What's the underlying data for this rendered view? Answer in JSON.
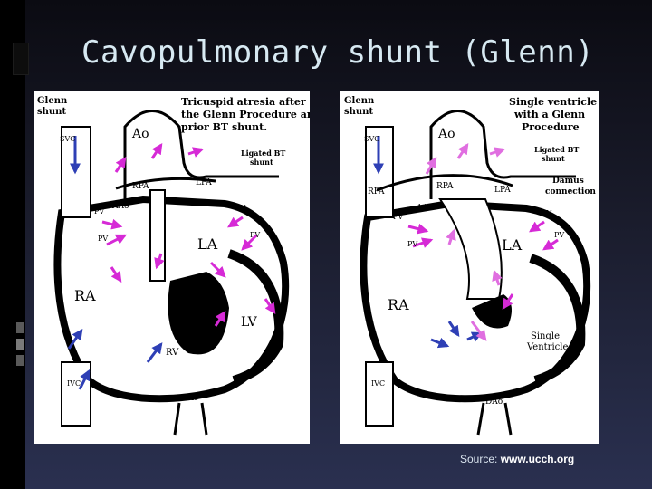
{
  "slide": {
    "title": "Cavopulmonary shunt (Glenn)",
    "source_label": "Source:",
    "source_url": "www.ucch.org"
  },
  "left_diagram": {
    "header_glenn": [
      "Glenn",
      "shunt"
    ],
    "header_title": [
      "Tricuspid atresia after",
      "the Glenn Procedure and a",
      "prior BT shunt."
    ],
    "svc": "SVC",
    "ao": "Ao",
    "ligated_bt": [
      "Ligated BT",
      "shunt"
    ],
    "rpa": "RPA",
    "lpa": "LPA",
    "aao": "AAo",
    "pv_labels": [
      "PV",
      "PV",
      "PV",
      "PV"
    ],
    "la": "LA",
    "ra": "RA",
    "lv": "LV",
    "rv": "RV",
    "ivc": "IVC",
    "dao": "DAo"
  },
  "right_diagram": {
    "header_glenn": [
      "Glenn",
      "shunt"
    ],
    "header_title": [
      "Single ventricle",
      "with a Glenn",
      "Procedure"
    ],
    "svc": "SVC",
    "ao": "Ao",
    "ligated_bt": [
      "Ligated BT",
      "shunt"
    ],
    "rpa_left": "RPA",
    "rpa": "RPA",
    "lpa": "LPA",
    "damus": [
      "Damus",
      "connection"
    ],
    "aao": "AAo",
    "pv_labels": [
      "PV",
      "PV",
      "PV",
      "PV"
    ],
    "la": "LA",
    "ra": "RA",
    "single_ventricle": [
      "Single",
      "Ventricle"
    ],
    "ivc": "IVC",
    "dao": "DAo"
  },
  "colors": {
    "background": "#1e2033",
    "title": "#d7e9f2",
    "deoxygenated_arrow": "#2e3fb5",
    "oxygenated_arrow": "#d62ad6",
    "mixed_arrow": "#e06ee0"
  }
}
